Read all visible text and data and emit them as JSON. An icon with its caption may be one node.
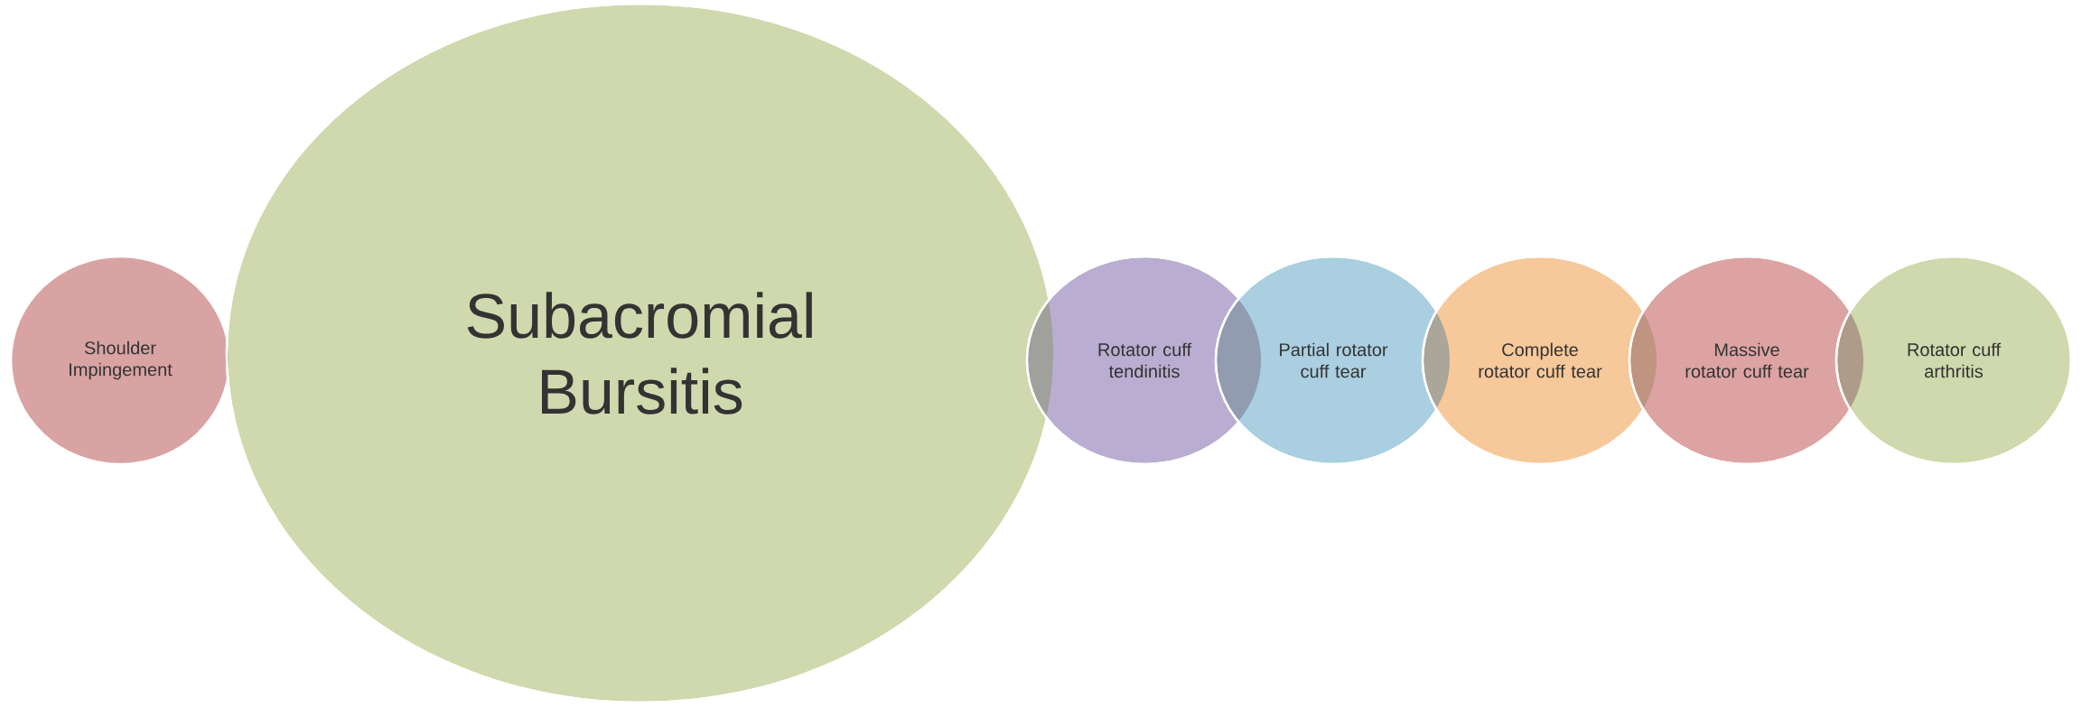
{
  "diagram": {
    "nodes": [
      {
        "text": [
          "Shoulder Impingement"
        ]
      },
      {
        "text": [
          "Subacromial Bursitis"
        ]
      },
      {
        "text": [
          "Rotator cuff tendinitis"
        ]
      },
      {
        "text": [
          "Partial rotator cuff tear"
        ]
      },
      {
        "text": [
          "Complete rotator cuff tear"
        ]
      },
      {
        "text": [
          "Massive rotator cuff tear"
        ]
      },
      {
        "text": [
          "Rotator cuff arthritis"
        ]
      }
    ]
  }
}
